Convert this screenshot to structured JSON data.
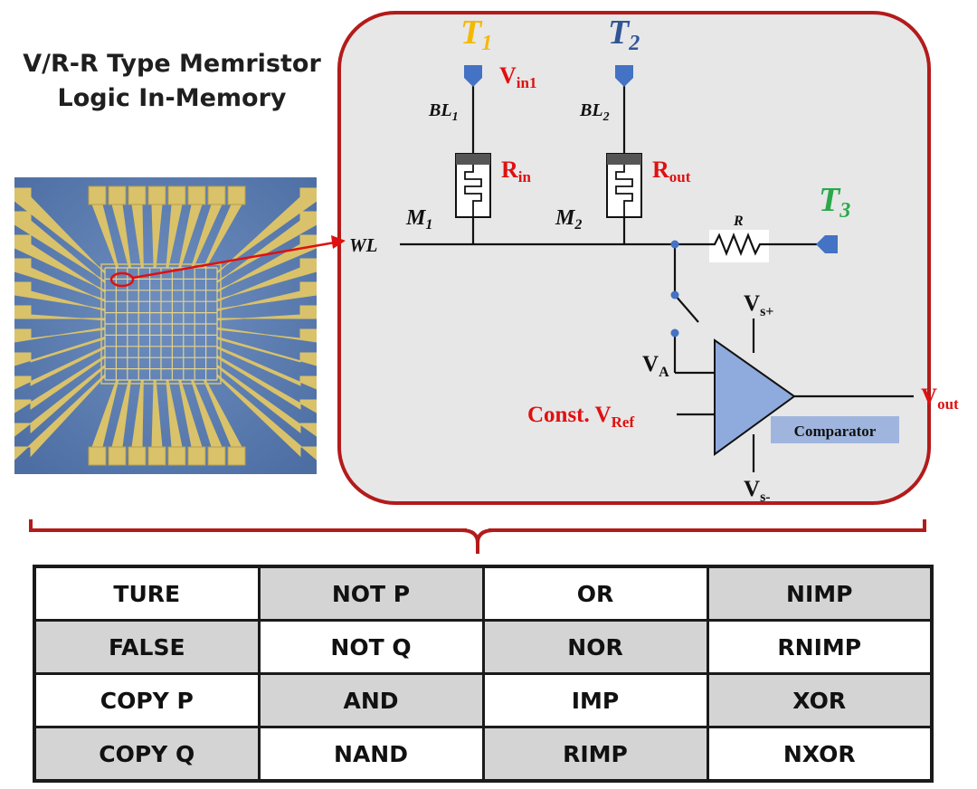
{
  "title": {
    "line1": "V/R-R Type Memristor",
    "line2": "Logic In-Memory"
  },
  "circuit": {
    "t1": "T",
    "t1_sub": "1",
    "t2": "T",
    "t2_sub": "2",
    "t3": "T",
    "t3_sub": "3",
    "vin": "V",
    "vin_sub": "in1",
    "bl1": "BL",
    "bl1_sub": "1",
    "bl2": "BL",
    "bl2_sub": "2",
    "rin": "R",
    "rin_sub": "in",
    "rout": "R",
    "rout_sub": "out",
    "m1": "M",
    "m1_sub": "1",
    "m2": "M",
    "m2_sub": "2",
    "wl": "WL",
    "r": "R",
    "vsp": "V",
    "vsp_sub": "s+",
    "vsm": "V",
    "vsm_sub": "s-",
    "va": "V",
    "va_sub": "A",
    "vref": "Const. V",
    "vref_sub": "Ref",
    "vout": "V",
    "vout_sub": "out",
    "comparator": "Comparator"
  },
  "colors": {
    "frame": "#b31b1b",
    "t1": "#f5b800",
    "t2": "#2f5597",
    "t3": "#2aa84a",
    "red_label": "#e01010",
    "terminal": "#4472c4",
    "comparator": "#8faadc",
    "comparator_label_bg": "#9fb5de",
    "panel": "#e7e7e7",
    "chip_bg": "#5c7db0",
    "gold": "#d9c26a"
  },
  "table": {
    "rows": [
      [
        "TURE",
        "NOT P",
        "OR",
        "NIMP"
      ],
      [
        "FALSE",
        "NOT Q",
        "NOR",
        "RNIMP"
      ],
      [
        "COPY P",
        "AND",
        "IMP",
        "XOR"
      ],
      [
        "COPY Q",
        "NAND",
        "RIMP",
        "NXOR"
      ]
    ]
  }
}
